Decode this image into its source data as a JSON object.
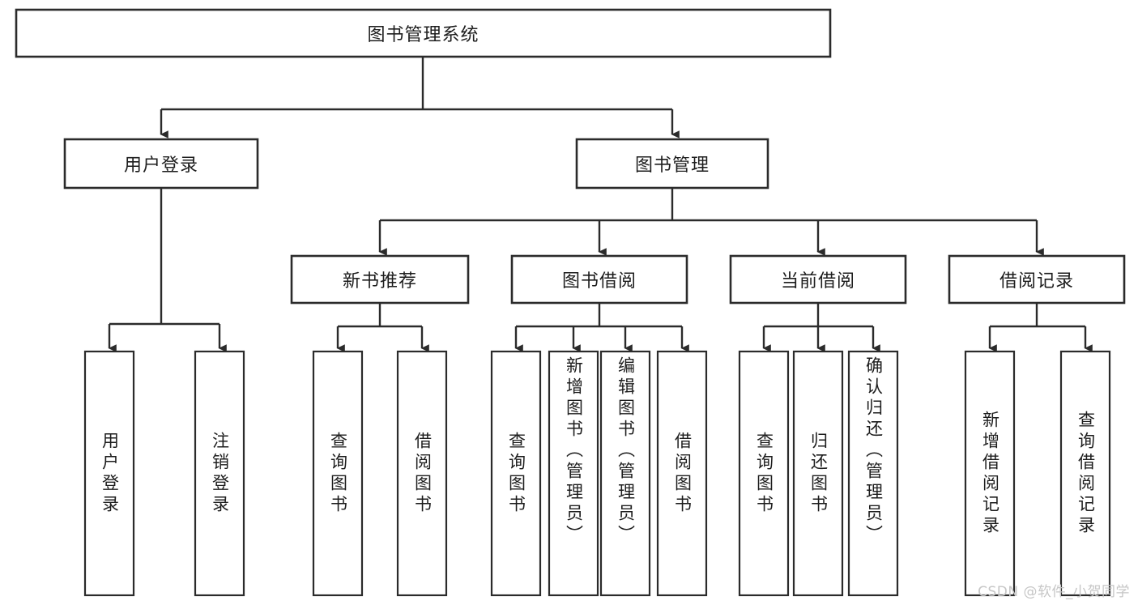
{
  "diagram": {
    "type": "tree-hierarchy",
    "title": "图书管理系统",
    "watermark": "CSDN @软件_小贺同学",
    "colors": {
      "stroke": "#2b2b2b",
      "fill": "#ffffff",
      "text": "#1d1d1d",
      "watermark": "#c6c6c6"
    },
    "nodes": {
      "root": {
        "label": "图书管理系统",
        "orientation": "horizontal"
      },
      "level2": [
        {
          "id": "user-login",
          "label": "用户登录",
          "orientation": "horizontal"
        },
        {
          "id": "book-manage",
          "label": "图书管理",
          "orientation": "horizontal"
        }
      ],
      "level3": [
        {
          "id": "new-book-rec",
          "label": "新书推荐",
          "orientation": "horizontal"
        },
        {
          "id": "book-borrow",
          "label": "图书借阅",
          "orientation": "horizontal"
        },
        {
          "id": "current-borrow",
          "label": "当前借阅",
          "orientation": "horizontal"
        },
        {
          "id": "borrow-record",
          "label": "借阅记录",
          "orientation": "horizontal"
        }
      ],
      "leaves": [
        {
          "id": "leaf-user-login",
          "label": "用户登录",
          "parent": "user-login",
          "orientation": "vertical"
        },
        {
          "id": "leaf-logout-login",
          "label": "注销登录",
          "parent": "user-login",
          "orientation": "vertical"
        },
        {
          "id": "leaf-query-book-1",
          "label": "查询图书",
          "parent": "new-book-rec",
          "orientation": "vertical"
        },
        {
          "id": "leaf-borrow-book-1",
          "label": "借阅图书",
          "parent": "new-book-rec",
          "orientation": "vertical"
        },
        {
          "id": "leaf-query-book-2",
          "label": "查询图书",
          "parent": "book-borrow",
          "orientation": "vertical"
        },
        {
          "id": "leaf-add-book",
          "label": "新增图书（管理员）",
          "parent": "book-borrow",
          "orientation": "vertical"
        },
        {
          "id": "leaf-edit-book",
          "label": "编辑图书（管理员）",
          "parent": "book-borrow",
          "orientation": "vertical"
        },
        {
          "id": "leaf-borrow-book-2",
          "label": "借阅图书",
          "parent": "book-borrow",
          "orientation": "vertical"
        },
        {
          "id": "leaf-query-book-3",
          "label": "查询图书",
          "parent": "current-borrow",
          "orientation": "vertical"
        },
        {
          "id": "leaf-return-book",
          "label": "归还图书",
          "parent": "current-borrow",
          "orientation": "vertical"
        },
        {
          "id": "leaf-confirm-return",
          "label": "确认归还（管理员）",
          "parent": "current-borrow",
          "orientation": "vertical"
        },
        {
          "id": "leaf-add-record",
          "label": "新增借阅记录",
          "parent": "borrow-record",
          "orientation": "vertical"
        },
        {
          "id": "leaf-query-record",
          "label": "查询借阅记录",
          "parent": "borrow-record",
          "orientation": "vertical"
        }
      ]
    }
  }
}
